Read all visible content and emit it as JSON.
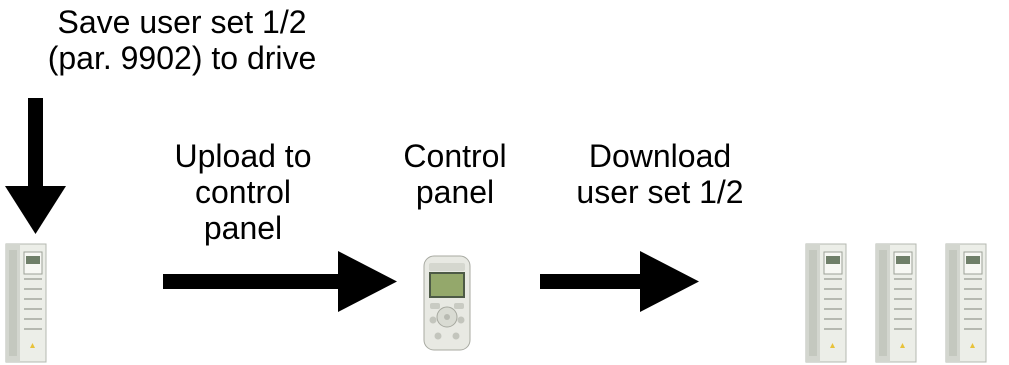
{
  "labels": {
    "save": "Save user set 1/2\n(par. 9902) to drive",
    "upload": "Upload to\ncontrol\npanel",
    "control_panel": "Control\npanel",
    "download": "Download\nuser set 1/2"
  },
  "icons": {
    "drive": "drive-unit-icon",
    "panel": "control-panel-icon",
    "arrow": "arrow-icon"
  },
  "colors": {
    "arrow": "#000000",
    "drive_body": "#e9ece6",
    "drive_display": "#7a8a74",
    "panel_body": "#e6e7e1",
    "panel_screen": "#8fa06a"
  }
}
